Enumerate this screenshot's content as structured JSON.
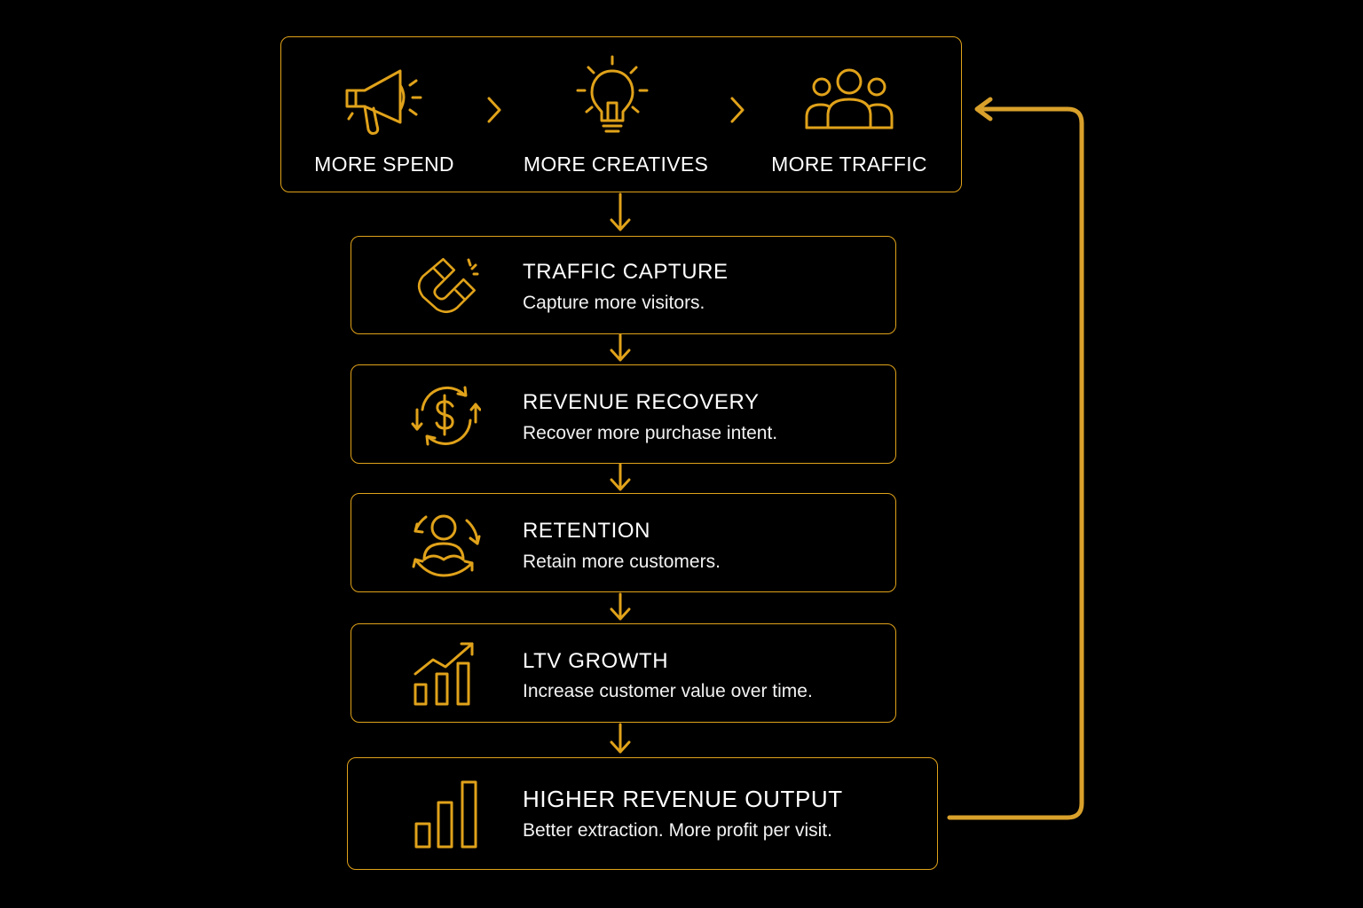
{
  "top": {
    "items": [
      {
        "label": "MORE SPEND",
        "icon": "megaphone-icon"
      },
      {
        "label": "MORE CREATIVES",
        "icon": "lightbulb-icon"
      },
      {
        "label": "MORE TRAFFIC",
        "icon": "people-group-icon"
      }
    ]
  },
  "stages": [
    {
      "title": "TRAFFIC CAPTURE",
      "desc": "Capture more visitors.",
      "icon": "magnet-icon"
    },
    {
      "title": "REVENUE RECOVERY",
      "desc": "Recover more purchase intent.",
      "icon": "dollar-cycle-icon"
    },
    {
      "title": "RETENTION",
      "desc": "Retain more customers.",
      "icon": "user-cycle-icon"
    },
    {
      "title": "LTV GROWTH",
      "desc": "Increase customer value over time.",
      "icon": "growth-chart-icon"
    },
    {
      "title": "HIGHER REVENUE OUTPUT",
      "desc": "Better extraction. More profit per visit.",
      "icon": "bar-chart-icon"
    }
  ],
  "colors": {
    "accent": "#e0a21a",
    "background": "#000000",
    "text": "#ffffff"
  }
}
